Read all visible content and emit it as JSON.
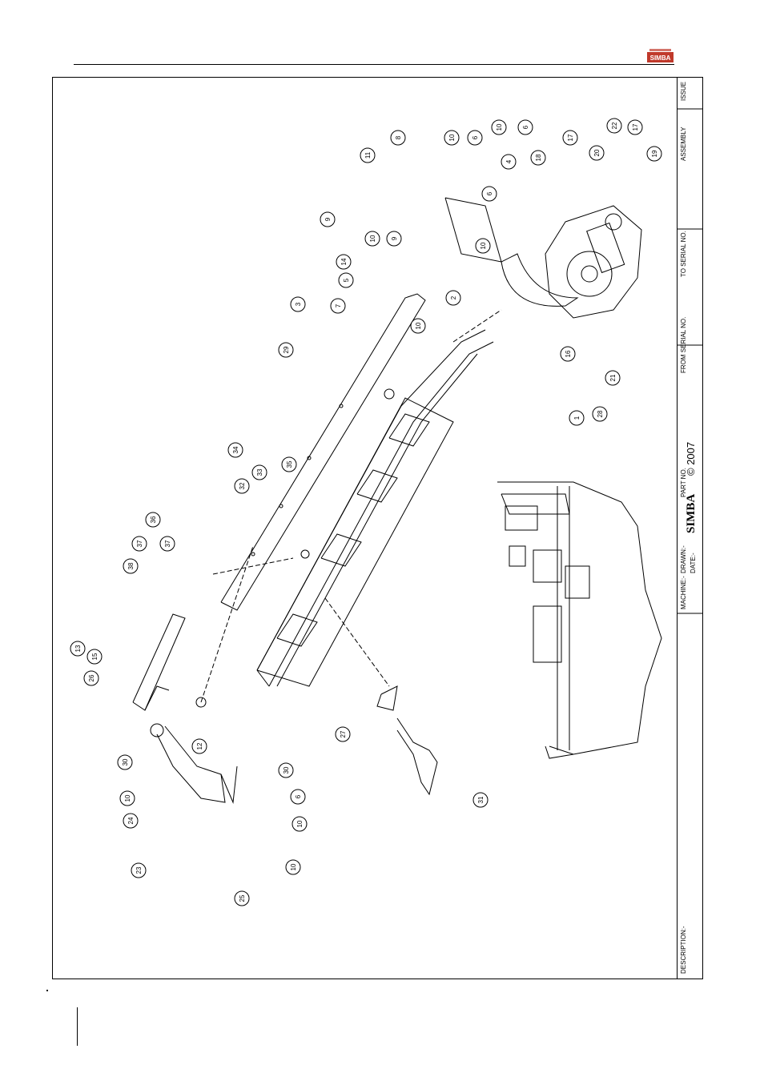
{
  "brand": {
    "logo_text": "SIMBA",
    "color": "#c0392b"
  },
  "title_block": {
    "issue": "ISSUE",
    "assembly": "ASSEMBLY",
    "to_serial": "TO SERIAL NO.",
    "from_serial": "FROM SERIAL NO.",
    "part_no": "PART NO.",
    "drawn": "DRAWN:-",
    "date": "DATE:-",
    "copyright": "© 2007",
    "simba": "SIMBA",
    "machine": "MACHINE:-",
    "description": "DESCRIPTION:-"
  },
  "callouts": [
    "10",
    "6",
    "10",
    "6",
    "8",
    "11",
    "9",
    "10",
    "9",
    "18",
    "17",
    "4",
    "6",
    "10",
    "14",
    "5",
    "3",
    "7",
    "2",
    "10",
    "29",
    "22",
    "17",
    "20",
    "19",
    "16",
    "1",
    "28",
    "21",
    "34",
    "35",
    "33",
    "32",
    "36",
    "37",
    "37",
    "38",
    "13",
    "15",
    "26",
    "12",
    "27",
    "30",
    "30",
    "10",
    "24",
    "23",
    "6",
    "10",
    "10",
    "25",
    "31"
  ]
}
